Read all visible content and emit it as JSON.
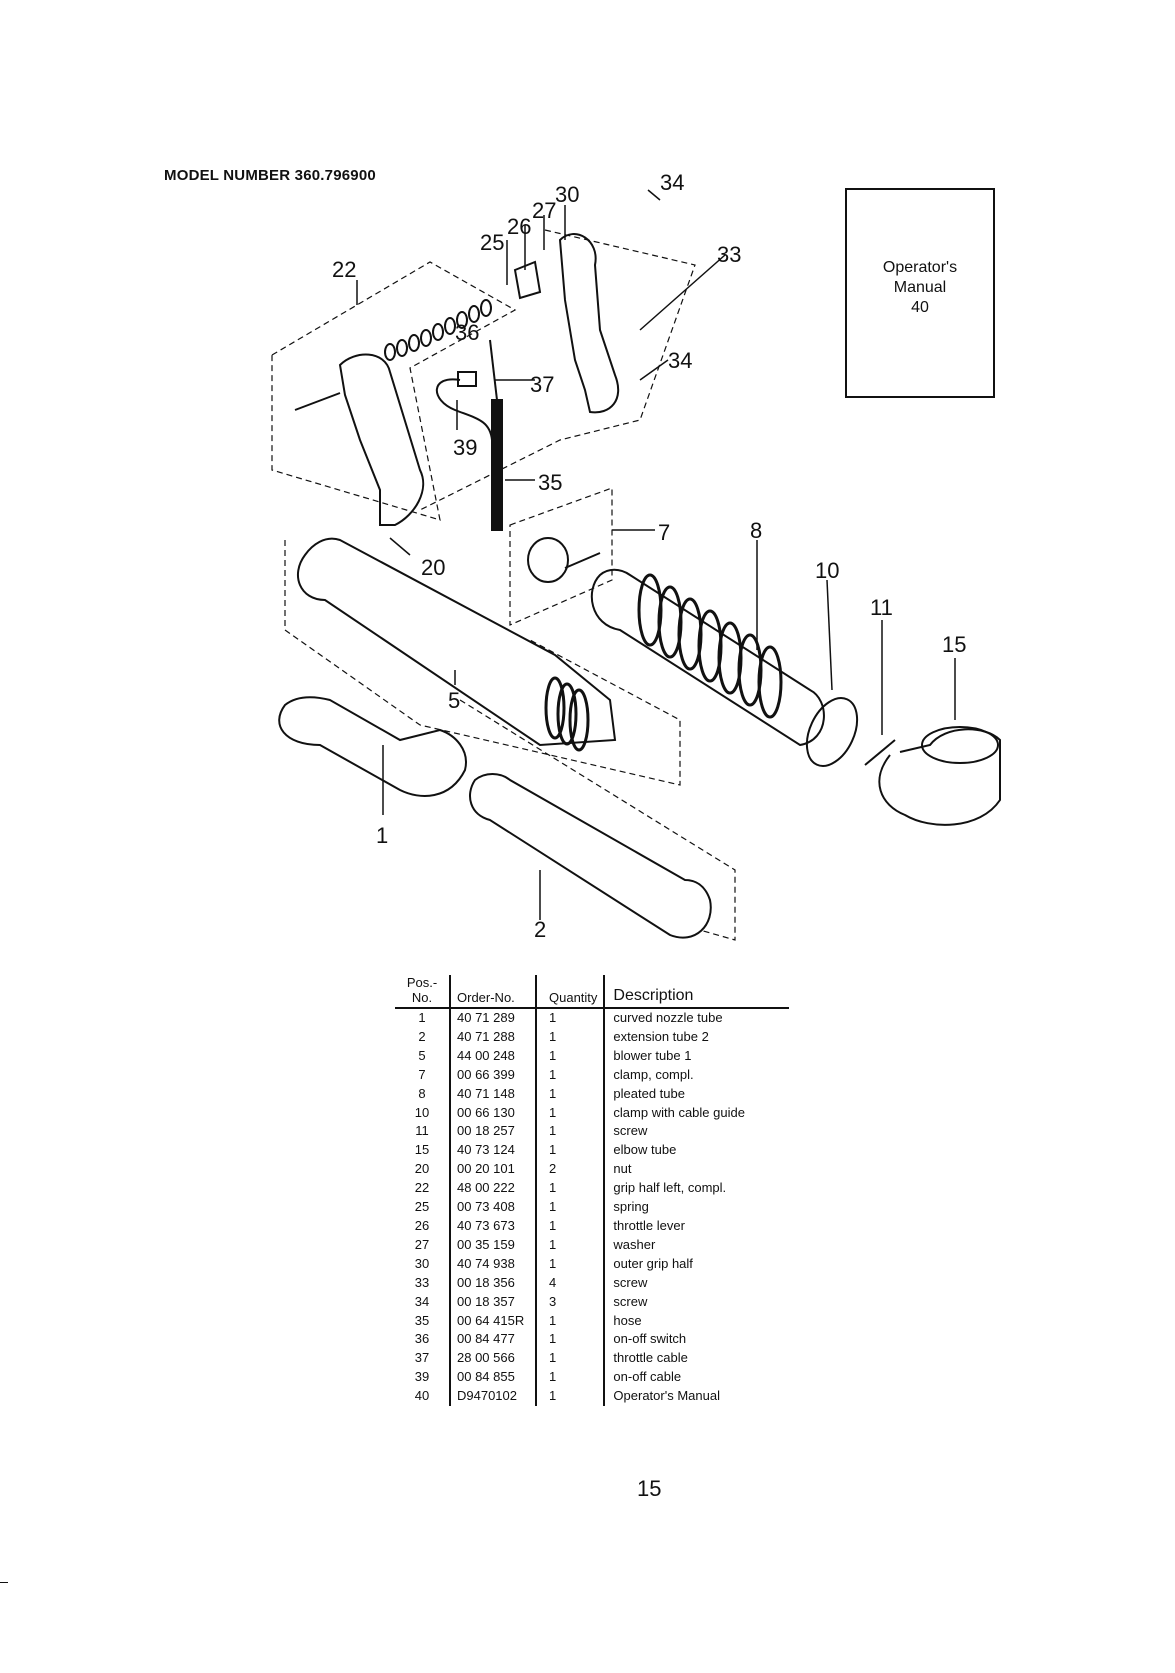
{
  "header": {
    "model_number": "MODEL NUMBER 360.796900"
  },
  "manual_box": {
    "line1": "Operator's",
    "line2": "Manual",
    "line3": "40"
  },
  "callouts": [
    "22",
    "25",
    "26",
    "27",
    "30",
    "34",
    "33",
    "36",
    "37",
    "34",
    "39",
    "35",
    "20",
    "7",
    "8",
    "10",
    "11",
    "15",
    "5",
    "1",
    "2"
  ],
  "table": {
    "headers": {
      "pos": "Pos.-No.",
      "order": "Order-No.",
      "qty": "Quantity",
      "desc": "Description"
    },
    "rows": [
      {
        "pos": "1",
        "order": "40 71 289",
        "qty": "1",
        "desc": "curved nozzle tube"
      },
      {
        "pos": "2",
        "order": "40 71 288",
        "qty": "1",
        "desc": "extension tube 2"
      },
      {
        "pos": "5",
        "order": "44 00 248",
        "qty": "1",
        "desc": "blower tube 1"
      },
      {
        "pos": "7",
        "order": "00 66 399",
        "qty": "1",
        "desc": "clamp, compl."
      },
      {
        "pos": "8",
        "order": "40 71 148",
        "qty": "1",
        "desc": "pleated tube"
      },
      {
        "pos": "10",
        "order": "00 66 130",
        "qty": "1",
        "desc": "clamp with cable guide"
      },
      {
        "pos": "11",
        "order": "00 18 257",
        "qty": "1",
        "desc": "screw"
      },
      {
        "pos": "15",
        "order": "40 73 124",
        "qty": "1",
        "desc": "elbow tube"
      },
      {
        "pos": "20",
        "order": "00 20 101",
        "qty": "2",
        "desc": "nut"
      },
      {
        "pos": "22",
        "order": "48 00 222",
        "qty": "1",
        "desc": "grip half left, compl."
      },
      {
        "pos": "25",
        "order": "00 73 408",
        "qty": "1",
        "desc": "spring"
      },
      {
        "pos": "26",
        "order": "40 73 673",
        "qty": "1",
        "desc": "throttle lever"
      },
      {
        "pos": "27",
        "order": "00 35 159",
        "qty": "1",
        "desc": "washer"
      },
      {
        "pos": "30",
        "order": "40 74 938",
        "qty": "1",
        "desc": "outer grip half"
      },
      {
        "pos": "33",
        "order": "00 18 356",
        "qty": "4",
        "desc": "screw"
      },
      {
        "pos": "34",
        "order": "00 18 357",
        "qty": "3",
        "desc": "screw"
      },
      {
        "pos": "35",
        "order": "00 64 415R",
        "qty": "1",
        "desc": "hose"
      },
      {
        "pos": "36",
        "order": "00 84 477",
        "qty": "1",
        "desc": "on-off switch"
      },
      {
        "pos": "37",
        "order": "28 00 566",
        "qty": "1",
        "desc": "throttle cable"
      },
      {
        "pos": "39",
        "order": "00 84 855",
        "qty": "1",
        "desc": "on-off cable"
      },
      {
        "pos": "40",
        "order": "D9470102",
        "qty": "1",
        "desc": "Operator's Manual"
      }
    ]
  },
  "page_number": "15"
}
